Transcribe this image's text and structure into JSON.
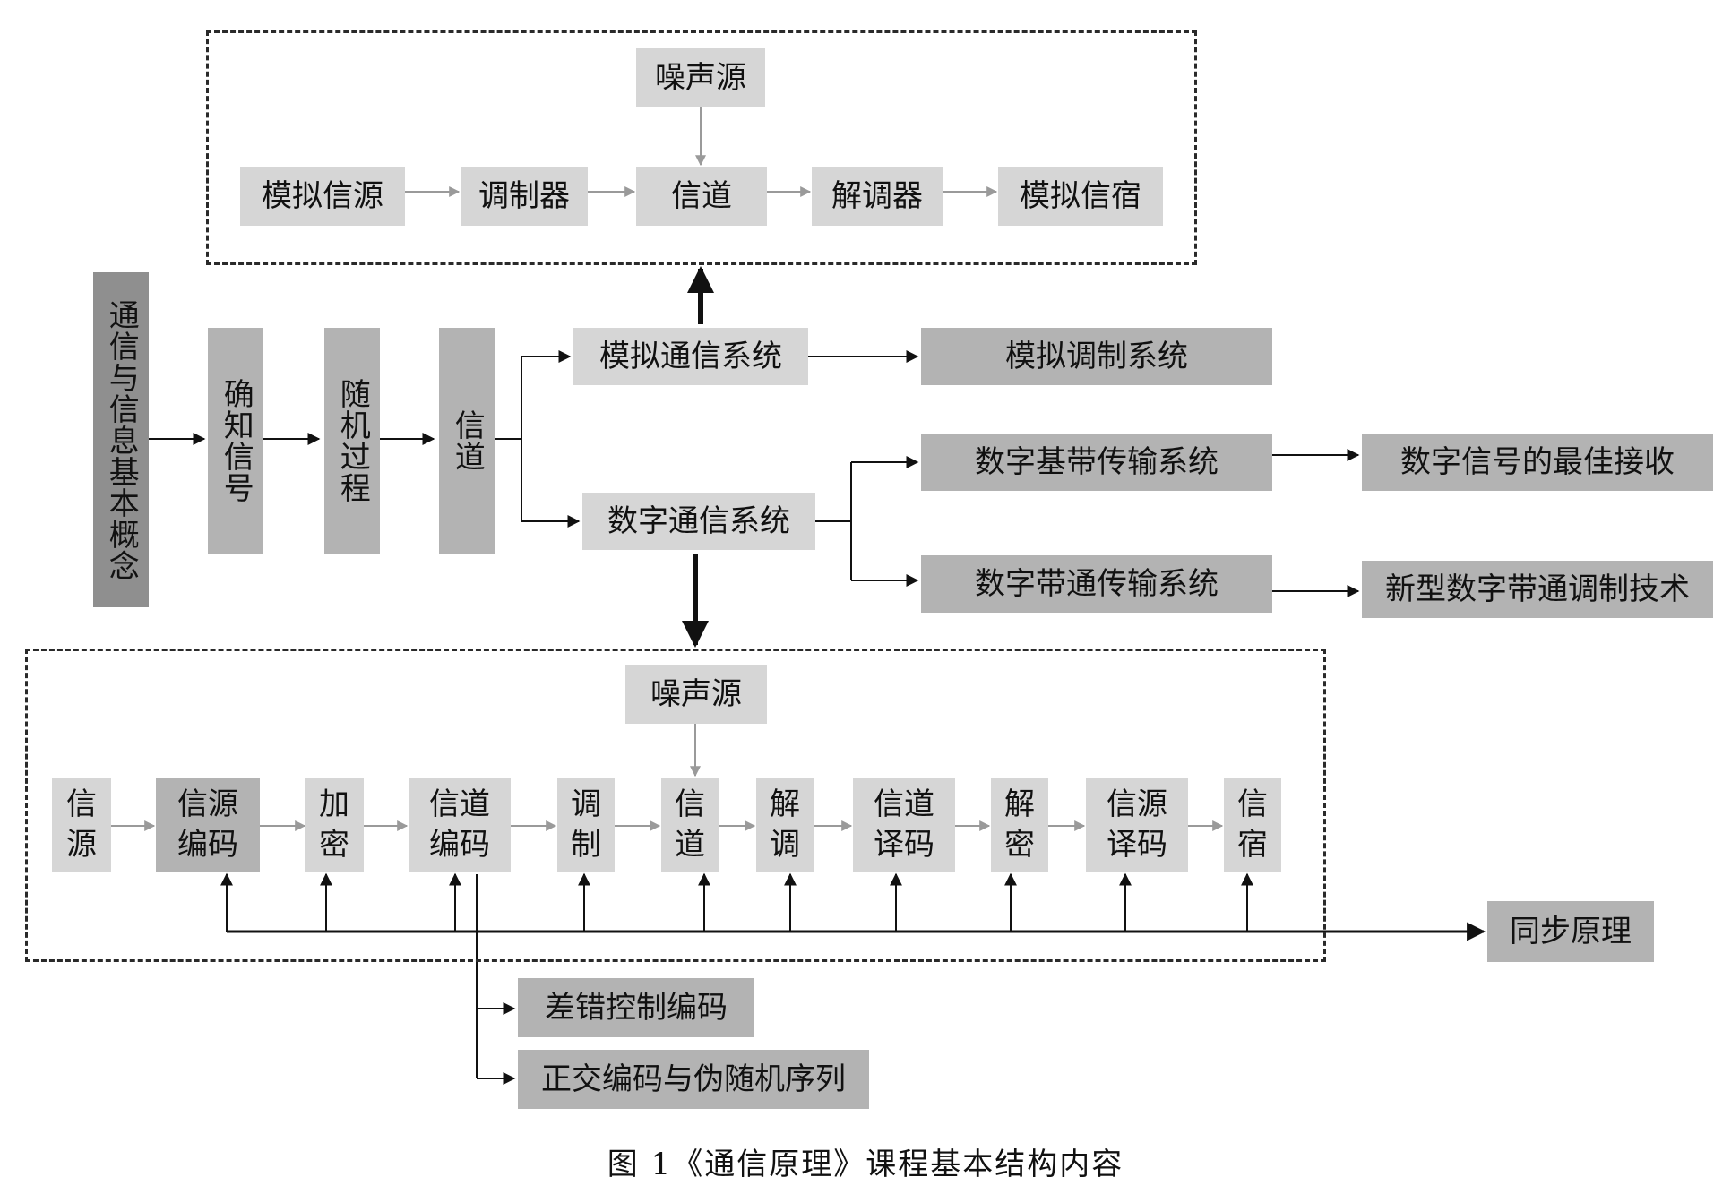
{
  "labels": {
    "main_concept": "通信与信息基本概念",
    "deterministic_signal": "确知信号",
    "random_process": "随机过程",
    "channel_main": "信道",
    "analog_system": "模拟通信系统",
    "digital_system": "数字通信系统",
    "analog_modulation": "模拟调制系统",
    "digital_baseband": "数字基带传输系统",
    "digital_bandpass": "数字带通传输系统",
    "optimal_reception": "数字信号的最佳接收",
    "new_modulation": "新型数字带通调制技术",
    "analog_noise": "噪声源",
    "analog_source": "模拟信源",
    "modulator": "调制器",
    "analog_channel": "信道",
    "demodulator": "解调器",
    "analog_sink": "模拟信宿",
    "digital_noise": "噪声源",
    "d_source": "信\n源",
    "d_source_coding": "信源\n编码",
    "d_encryption": "加\n密",
    "d_channel_coding": "信道\n编码",
    "d_modulation": "调\n制",
    "d_channel": "信\n道",
    "d_demodulation": "解\n调",
    "d_channel_decoding": "信道\n译码",
    "d_decryption": "解\n密",
    "d_source_decoding": "信源\n译码",
    "d_sink": "信\n宿",
    "sync_principle": "同步原理",
    "error_control_coding": "差错控制编码",
    "orthogonal_coding": "正交编码与伪随机序列"
  },
  "caption": "图 1《通信原理》课程基本结构内容",
  "colors": {
    "box_light": "#d6d6d6",
    "box_mid": "#c2c2c2",
    "box_dark": "#b3b3b3",
    "box_darkest": "#8f8f8f",
    "line_black": "#111111",
    "line_gray": "#9a9a9a"
  }
}
